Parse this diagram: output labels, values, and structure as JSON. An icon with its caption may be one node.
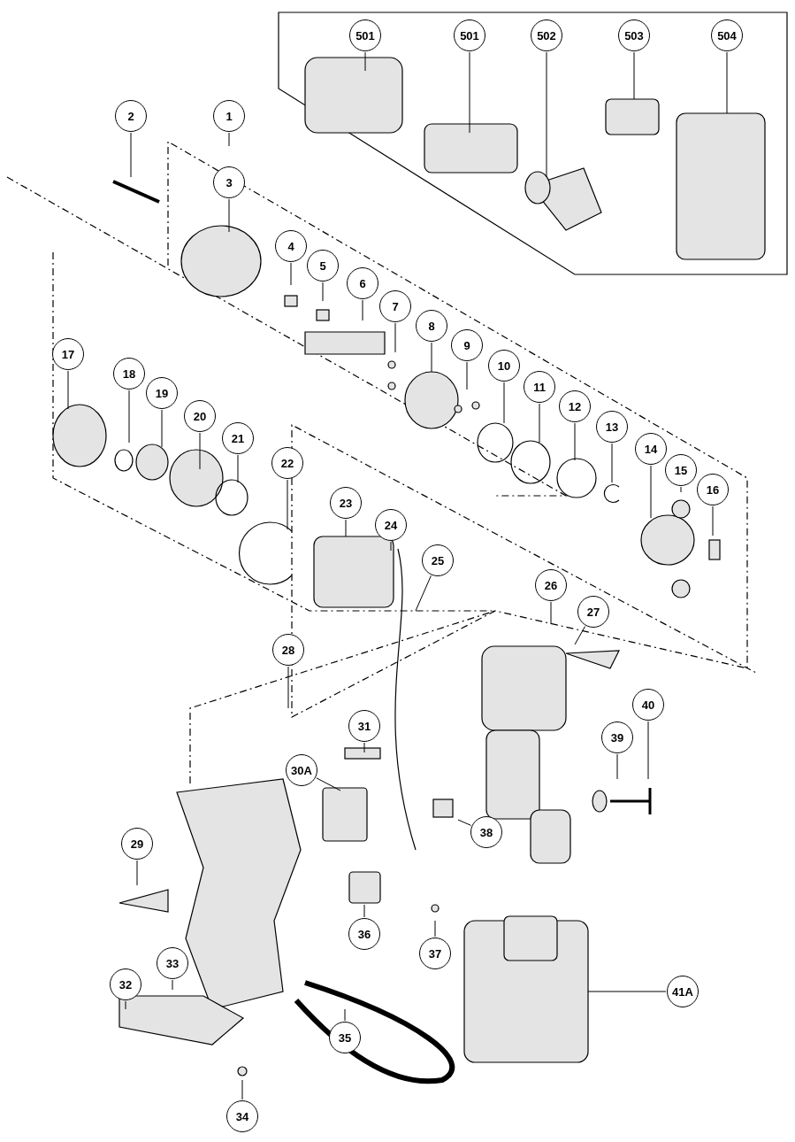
{
  "diagram": {
    "nodes": [
      {
        "text": [
          "501"
        ]
      },
      {
        "text": [
          "501"
        ]
      },
      {
        "text": [
          "502"
        ]
      },
      {
        "text": [
          "503"
        ]
      },
      {
        "text": [
          "504"
        ]
      },
      {
        "text": [
          "2"
        ]
      },
      {
        "text": [
          "1"
        ]
      },
      {
        "text": [
          "3"
        ]
      },
      {
        "text": [
          "4"
        ]
      },
      {
        "text": [
          "5"
        ]
      },
      {
        "text": [
          "6"
        ]
      },
      {
        "text": [
          "7"
        ]
      },
      {
        "text": [
          "8"
        ]
      },
      {
        "text": [
          "9"
        ]
      },
      {
        "text": [
          "10"
        ]
      },
      {
        "text": [
          "11"
        ]
      },
      {
        "text": [
          "12"
        ]
      },
      {
        "text": [
          "13"
        ]
      },
      {
        "text": [
          "14"
        ]
      },
      {
        "text": [
          "15"
        ]
      },
      {
        "text": [
          "16"
        ]
      },
      {
        "text": [
          "17"
        ]
      },
      {
        "text": [
          "18"
        ]
      },
      {
        "text": [
          "19"
        ]
      },
      {
        "text": [
          "20"
        ]
      },
      {
        "text": [
          "21"
        ]
      },
      {
        "text": [
          "22"
        ]
      },
      {
        "text": [
          "23"
        ]
      },
      {
        "text": [
          "24"
        ]
      },
      {
        "text": [
          "25"
        ]
      },
      {
        "text": [
          "26"
        ]
      },
      {
        "text": [
          "27"
        ]
      },
      {
        "text": [
          "28"
        ]
      },
      {
        "text": [
          "31"
        ]
      },
      {
        "text": [
          "30A"
        ]
      },
      {
        "text": [
          "29"
        ]
      },
      {
        "text": [
          "39"
        ]
      },
      {
        "text": [
          "40"
        ]
      },
      {
        "text": [
          "38"
        ]
      },
      {
        "text": [
          "36"
        ]
      },
      {
        "text": [
          "37"
        ]
      },
      {
        "text": [
          "41A"
        ]
      },
      {
        "text": [
          "33"
        ]
      },
      {
        "text": [
          "32"
        ]
      },
      {
        "text": [
          "35"
        ]
      },
      {
        "text": [
          "34"
        ]
      }
    ],
    "edges": [
      {
        "from": 0,
        "to": null,
        "arrow": "none"
      },
      {
        "from": 1,
        "to": null,
        "arrow": "none"
      },
      {
        "from": 2,
        "to": null,
        "arrow": "none"
      },
      {
        "from": 3,
        "to": null,
        "arrow": "none"
      },
      {
        "from": 4,
        "to": null,
        "arrow": "none"
      },
      {
        "from": 5,
        "to": null,
        "arrow": "none"
      },
      {
        "from": 6,
        "to": null,
        "arrow": "none"
      },
      {
        "from": 7,
        "to": null,
        "arrow": "none"
      },
      {
        "from": 8,
        "to": null,
        "arrow": "none"
      },
      {
        "from": 9,
        "to": null,
        "arrow": "none"
      },
      {
        "from": 10,
        "to": null,
        "arrow": "none"
      },
      {
        "from": 11,
        "to": null,
        "arrow": "none"
      },
      {
        "from": 12,
        "to": null,
        "arrow": "none"
      },
      {
        "from": 13,
        "to": null,
        "arrow": "none"
      },
      {
        "from": 14,
        "to": null,
        "arrow": "none"
      },
      {
        "from": 15,
        "to": null,
        "arrow": "none"
      },
      {
        "from": 16,
        "to": null,
        "arrow": "none"
      },
      {
        "from": 17,
        "to": null,
        "arrow": "none"
      },
      {
        "from": 18,
        "to": null,
        "arrow": "none"
      },
      {
        "from": 19,
        "to": null,
        "arrow": "none"
      },
      {
        "from": 20,
        "to": null,
        "arrow": "none"
      },
      {
        "from": 21,
        "to": null,
        "arrow": "none"
      },
      {
        "from": 22,
        "to": null,
        "arrow": "none"
      },
      {
        "from": 23,
        "to": null,
        "arrow": "none"
      },
      {
        "from": 24,
        "to": null,
        "arrow": "none"
      },
      {
        "from": 25,
        "to": null,
        "arrow": "none"
      },
      {
        "from": 26,
        "to": null,
        "arrow": "none"
      },
      {
        "from": 27,
        "to": null,
        "arrow": "none"
      },
      {
        "from": 28,
        "to": null,
        "arrow": "none"
      },
      {
        "from": 29,
        "to": null,
        "arrow": "none"
      },
      {
        "from": 30,
        "to": null,
        "arrow": "none"
      },
      {
        "from": 31,
        "to": null,
        "arrow": "none"
      },
      {
        "from": 32,
        "to": null,
        "arrow": "none"
      },
      {
        "from": 33,
        "to": null,
        "arrow": "none"
      },
      {
        "from": 34,
        "to": null,
        "arrow": "none"
      },
      {
        "from": 35,
        "to": null,
        "arrow": "none"
      },
      {
        "from": 36,
        "to": null,
        "arrow": "none"
      },
      {
        "from": 37,
        "to": null,
        "arrow": "none"
      },
      {
        "from": 38,
        "to": null,
        "arrow": "none"
      },
      {
        "from": 39,
        "to": null,
        "arrow": "none"
      },
      {
        "from": 40,
        "to": null,
        "arrow": "none"
      },
      {
        "from": 41,
        "to": null,
        "arrow": "none"
      },
      {
        "from": 42,
        "to": null,
        "arrow": "none"
      },
      {
        "from": 43,
        "to": null,
        "arrow": "none"
      },
      {
        "from": 44,
        "to": null,
        "arrow": "none"
      },
      {
        "from": 45,
        "to": null,
        "arrow": "none"
      }
    ]
  }
}
